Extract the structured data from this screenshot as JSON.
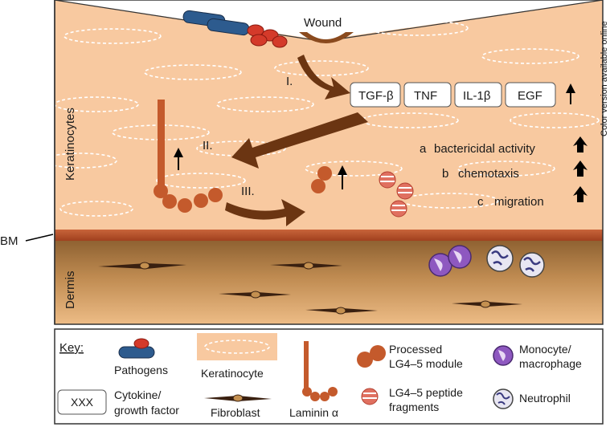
{
  "header": {
    "wound": "Wound",
    "side_note": "Color version available online"
  },
  "regions": {
    "keratinocytes": "Keratinocytes",
    "dermis": "Dermis",
    "bm": "BM"
  },
  "steps": {
    "i": "I.",
    "ii": "II.",
    "iii": "III."
  },
  "cytokines": [
    "TGF-β",
    "TNF",
    "IL-1β",
    "EGF"
  ],
  "activities": [
    {
      "letter": "a",
      "text": "bactericidal activity"
    },
    {
      "letter": "b",
      "text": "chemotaxis"
    },
    {
      "letter": "c",
      "text": "migration"
    }
  ],
  "key": {
    "title": "Key:",
    "pathogens": "Pathogens",
    "keratinocyte": "Keratinocyte",
    "processed": "Processed",
    "lg45_module": "LG4–5 module",
    "monocyte": "Monocyte/",
    "macrophage": "macrophage",
    "xxx": "XXX",
    "cytokine": "Cytokine/",
    "growth_factor": "growth factor",
    "fibroblast": "Fibroblast",
    "laminin": "Laminin α",
    "lg45_peptide": "LG4–5 peptide",
    "fragments": "fragments",
    "neutrophil": "Neutrophil"
  },
  "colors": {
    "epidermis": "#f8c9a0",
    "bm": "#b3502a",
    "dermis_top": "#9a6a38",
    "dermis_bottom": "#e6b27a",
    "arrow": "#6b3512",
    "laminin": "#c45a2c",
    "monocyte": "#8e58c0",
    "pathogen_blue": "#2d5b8e",
    "pathogen_red": "#d43a2a"
  }
}
